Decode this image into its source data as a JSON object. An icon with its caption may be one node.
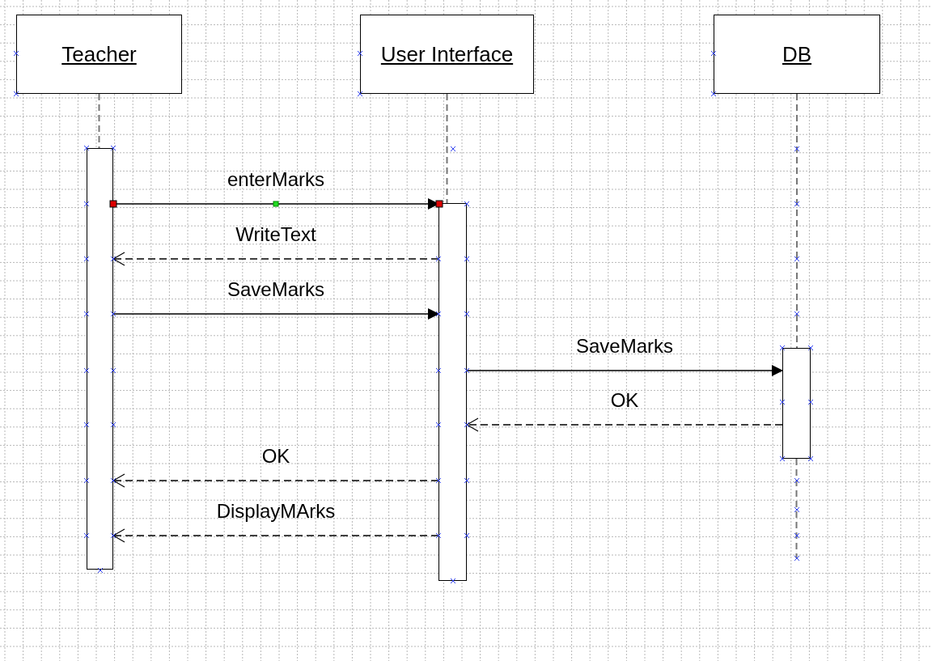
{
  "diagram": {
    "nodes": [
      {
        "text": [
          "Teacher"
        ]
      },
      {
        "text": [
          "User Interface"
        ]
      },
      {
        "text": [
          "DB"
        ]
      },
      {
        "text": [],
        "shape": "box"
      },
      {
        "text": [],
        "shape": "box"
      },
      {
        "text": [],
        "shape": "box"
      }
    ],
    "edges": [
      {
        "from": 0,
        "to": 3,
        "arrow": "none",
        "style": "dashed",
        "color": "#777777"
      },
      {
        "from": 1,
        "to": 4,
        "arrow": "none",
        "style": "dashed",
        "color": "#777777"
      },
      {
        "from": 2,
        "to": 5,
        "arrow": "none",
        "style": "dashed",
        "color": "#777777"
      },
      {
        "from": 5,
        "to": null,
        "arrow": "none",
        "style": "dashed",
        "color": "#777777"
      },
      {
        "from": 3,
        "to": 4,
        "arrow": "to",
        "label": "enterMarks"
      },
      {
        "from": 4,
        "to": 3,
        "arrow": "to",
        "label": "WriteText",
        "style": "dashed"
      },
      {
        "from": 3,
        "to": 4,
        "arrow": "to",
        "label": "SaveMarks"
      },
      {
        "from": 4,
        "to": 5,
        "arrow": "to",
        "label": "SaveMarks"
      },
      {
        "from": 5,
        "to": 4,
        "arrow": "to",
        "label": "OK",
        "style": "dashed"
      },
      {
        "from": 4,
        "to": 3,
        "arrow": "to",
        "label": "OK",
        "style": "dashed"
      },
      {
        "from": 4,
        "to": 3,
        "arrow": "to",
        "label": "DisplayMArks",
        "style": "dashed"
      }
    ]
  }
}
